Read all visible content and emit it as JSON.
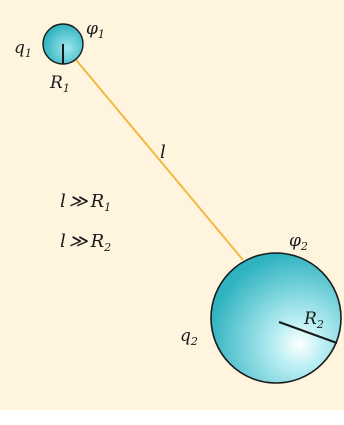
{
  "figure": {
    "background_color": "#fff5df",
    "sphere_color": "#2fb3c0",
    "wire_color": "#f2b940",
    "small_sphere": {
      "charge": "q",
      "charge_sub": "1",
      "potential": "φ",
      "potential_sub": "1",
      "radius": "R",
      "radius_sub": "1"
    },
    "large_sphere": {
      "charge": "q",
      "charge_sub": "2",
      "potential": "φ",
      "potential_sub": "2",
      "radius": "R",
      "radius_sub": "2"
    },
    "wire_length": "l",
    "conditions": [
      {
        "lhs": "l",
        "op": "≫",
        "rhs": "R",
        "rhs_sub": "1"
      },
      {
        "lhs": "l",
        "op": "≫",
        "rhs": "R",
        "rhs_sub": "2"
      }
    ]
  }
}
